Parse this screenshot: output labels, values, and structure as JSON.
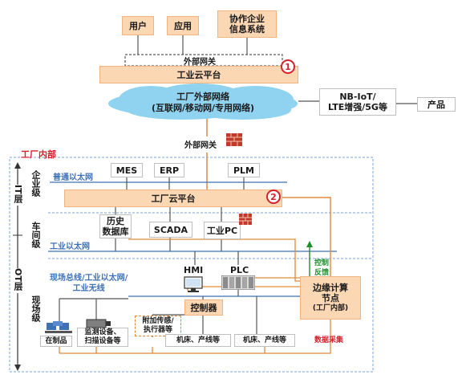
{
  "top_boxes": {
    "users": "用户",
    "apps": "应用",
    "partner": "协作企业\n信息系统"
  },
  "external_gateway_top": "外部网关",
  "industrial_cloud_top": "工业云平台",
  "badge_1": "1",
  "cloud": {
    "line1": "工厂外部网络",
    "line2": "(互联网/移动网/专用网络)"
  },
  "nb_iot": "NB-IoT/\nLTE增强/5G等",
  "product": "产品",
  "external_gateway_mid": "外部网关",
  "factory_inside": "工厂内部",
  "it_layer": "IT层",
  "ot_layer": "OT层",
  "enterprise_level": "企业级",
  "workshop_level": "车间级",
  "field_level": "现场级",
  "ordinary_ethernet": "普通以太网",
  "mes": "MES",
  "erp": "ERP",
  "plm": "PLM",
  "factory_cloud": "工厂云平台",
  "badge_2": "2",
  "historian": "历史\n数据库",
  "scada": "SCADA",
  "industrial_pc": "工业PC",
  "industrial_ethernet": "工业以太网",
  "fieldbus": "现场总线/工业以太网/\n工业无线",
  "hmi": "HMI",
  "plc": "PLC",
  "controller": "控制器",
  "control_feedback": "控制\n反馈",
  "edge_node": {
    "title": "边缘计算\n节点",
    "sub": "(工厂内部)"
  },
  "data_collection": "数据采集",
  "in_product": "在制品",
  "monitor_devices": "监测设备、\n扫描设备等",
  "sensors": "附加传感/\n执行器等",
  "machine1": "机床、产线等",
  "machine2": "机床、产线等",
  "colors": {
    "box_fill": "#fbd7b4",
    "box_border": "#f1b47e",
    "cloud_fill": "#8fd3f0",
    "network_blue": "#3f71b5",
    "accent_red": "#d6202a",
    "feedback_green": "#1f8f2a",
    "edge_orange": "#e07a1f"
  },
  "icons": [
    "firewall-icon",
    "monitor-icon",
    "plc-rack-icon",
    "camera-icon",
    "conveyor-icon"
  ]
}
